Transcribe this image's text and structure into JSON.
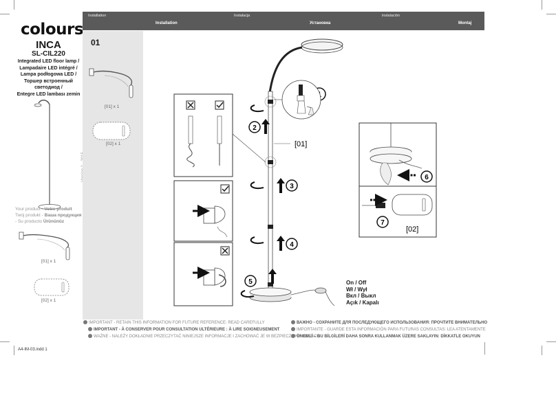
{
  "brand": {
    "logo": "colours"
  },
  "product": {
    "name": "INCA",
    "code": "SL-CIL220",
    "description_lines": [
      "Integrated LED floor lamp /",
      "Lampadaire LED intégré /",
      "Lampa podłogowa LED /",
      "Торшер встроенный",
      "светодиод /",
      "Entegre LED lambası zemin"
    ],
    "version": "Version 1 - 2015"
  },
  "your_product": {
    "text_a": "Your product - ",
    "bold_a": "Votre produit",
    "text_b": " Twój produkt - ",
    "bold_b": "Ваша продукция",
    "text_c": " - Su producto ",
    "bold_c": "Ürününüz"
  },
  "parts": [
    {
      "ref": "[01] x 1"
    },
    {
      "ref": "[02] x 1"
    }
  ],
  "header": {
    "light_labels": [
      "Installation",
      "Instalacja",
      "instalación"
    ],
    "bold_labels": [
      "Installation",
      "Установка",
      "Montaj"
    ]
  },
  "step": "01",
  "callouts": {
    "part01": "[01]",
    "part02": "[02]",
    "numbers": [
      "1",
      "2",
      "3",
      "4",
      "5",
      "6",
      "7"
    ]
  },
  "switch_labels": [
    "On / Off",
    "Wł / Wył",
    "Вкл / Выкл",
    "Açık / Kapalı"
  ],
  "warnings": {
    "left": [
      "IMPORTANT - RETAIN THIS INFORMATION FOR FUTURE REFERENCE: READ CAREFULLY",
      "IMPORTANT - À CONSERVER POUR CONSULTATION ULTÉRIEURE : À LIRE SOIGNEUSEMENT",
      "WAŻNE - NALEŻY DOKŁADNIE PRZECZYTAĆ NINIEJSZE INFORMACJE I ZACHOWAĆ JE W BEZPIECZNYM MIEJSCU"
    ],
    "right": [
      "ВАЖНО - СОХРАНИТЕ ДЛЯ ПОСЛЕДУЮЩЕГО ИСПОЛЬЗОВАНИЯ: ПРОЧТИТЕ ВНИМАТЕЛЬНО",
      "IMPORTANTE - GUARDE ESTA INFORMACIÓN PARA FUTURAS CONSULTAS: LEA ATENTAMENTE",
      "ÖNEMLİ – BU BİLGİLERİ DAHA SONRA KULLANMAK ÜZERE SAKLAYIN: DİKKATLE OKUYUN"
    ]
  },
  "footer_file": "A4-IM-03.indd   1"
}
